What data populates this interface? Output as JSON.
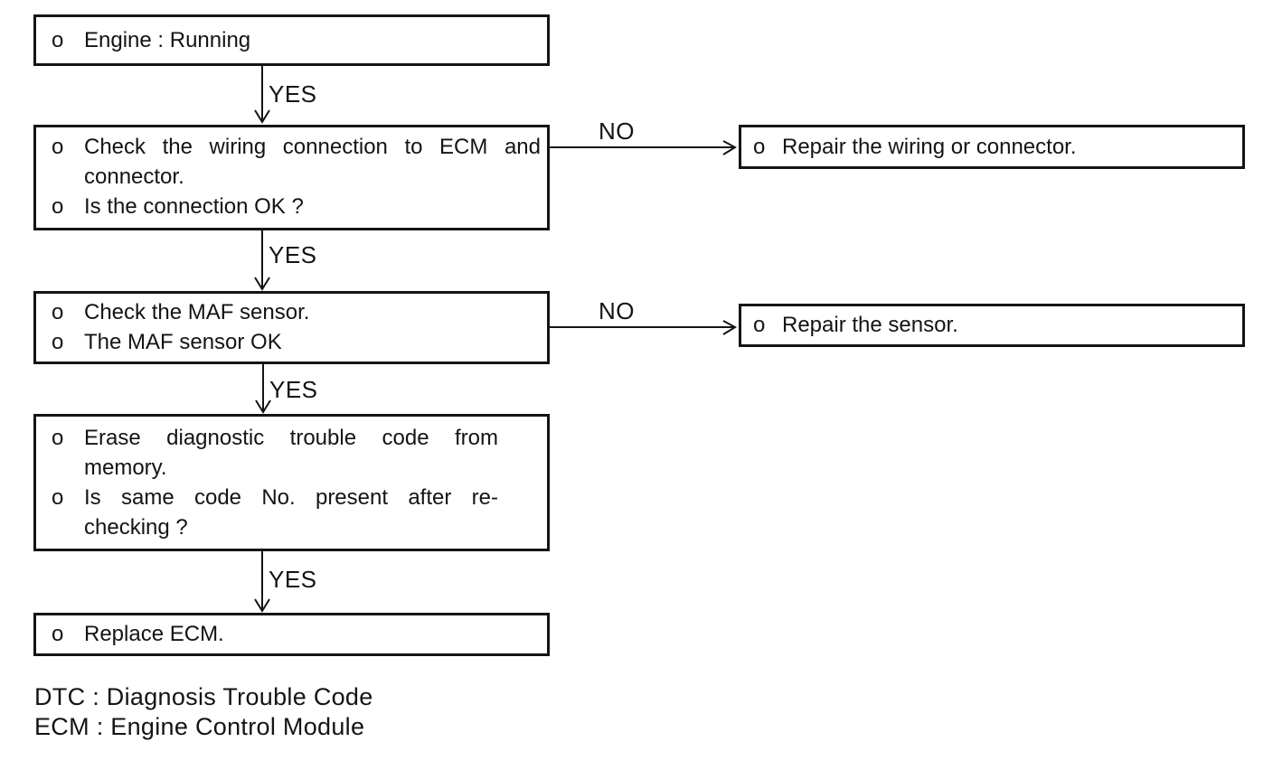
{
  "flowchart": {
    "nodes": {
      "engine": {
        "items": [
          {
            "bullet": "o",
            "lines": [
              "Engine : Running"
            ]
          }
        ]
      },
      "wiring_check": {
        "items": [
          {
            "bullet": "o",
            "lines": [
              "Check the wiring connection to ECM and",
              "connector."
            ]
          },
          {
            "bullet": "o",
            "lines": [
              "Is the connection OK ?"
            ]
          }
        ]
      },
      "repair_wiring": {
        "items": [
          {
            "bullet": "o",
            "lines": [
              "Repair the wiring or connector."
            ]
          }
        ]
      },
      "maf_check": {
        "items": [
          {
            "bullet": "o",
            "lines": [
              "Check the MAF sensor."
            ]
          },
          {
            "bullet": "o",
            "lines": [
              "The MAF sensor OK"
            ]
          }
        ]
      },
      "repair_sensor": {
        "items": [
          {
            "bullet": "o",
            "lines": [
              "Repair the sensor."
            ]
          }
        ]
      },
      "erase_dtc": {
        "items": [
          {
            "bullet": "o",
            "lines": [
              "Erase diagnostic trouble code from",
              "memory."
            ]
          },
          {
            "bullet": "o",
            "lines": [
              "Is same code No. present after re-",
              "checking ?"
            ]
          }
        ]
      },
      "replace_ecm": {
        "items": [
          {
            "bullet": "o",
            "lines": [
              "Replace ECM."
            ]
          }
        ]
      }
    },
    "connectors": {
      "yes_1": "YES",
      "no_1": "NO",
      "yes_2": "YES",
      "no_2": "NO",
      "yes_3": "YES",
      "yes_4": "YES"
    },
    "legend": {
      "line1": "DTC : Diagnosis Trouble Code",
      "line2": "ECM : Engine Control Module"
    },
    "colors": {
      "ink": "#141414",
      "background": "#ffffff"
    }
  }
}
